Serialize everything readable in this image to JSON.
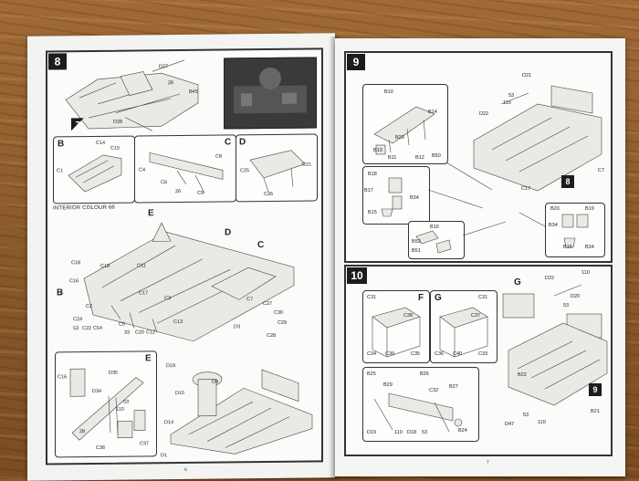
{
  "left_page": {
    "step8": {
      "number": "8",
      "arrow_mark": "7",
      "parts": [
        "D27",
        "26",
        "B45",
        "D28"
      ],
      "panel_b": {
        "letter": "B",
        "parts": [
          "C14",
          "C15",
          "C1",
          "C4"
        ]
      },
      "panel_c": {
        "letter": "C",
        "parts": [
          "C8",
          "C6",
          "26",
          "C9"
        ]
      },
      "panel_d": {
        "letter": "D",
        "parts": [
          "C25",
          "C21",
          "C26"
        ]
      },
      "interior_note": "INTERIOR COLOUR 66",
      "main_letters": [
        "E",
        "D",
        "C",
        "B"
      ],
      "main_parts": [
        "C18",
        "C16",
        "C2",
        "C24",
        "C54",
        "C22",
        "C12",
        "C20",
        "C13",
        "C7",
        "C19",
        "C11",
        "C17",
        "C3",
        "C5",
        "11",
        "53",
        "33",
        "C27",
        "C30",
        "C29",
        "C28",
        "D3"
      ],
      "sub_e": {
        "letter": "E",
        "parts": [
          "C16",
          "D35",
          "D34",
          "28",
          "53",
          "110",
          "C36",
          "C37"
        ]
      },
      "lower_parts": [
        "D19",
        "D15",
        "D14",
        "D1",
        "D8"
      ]
    },
    "page_number": "6"
  },
  "right_page": {
    "step9": {
      "number": "9",
      "parts_top": [
        "B10",
        "B14",
        "B23",
        "B13",
        "B11",
        "B12",
        "B50",
        "D21",
        "D22",
        "53",
        "110",
        "C7",
        "C17"
      ],
      "arrow_mark": "8",
      "group_left": [
        "B18",
        "B17",
        "B34",
        "B15"
      ],
      "group_mid": [
        "B16",
        "B52",
        "B51"
      ],
      "group_right": [
        "B20",
        "B19",
        "B34",
        "B15",
        "B34"
      ]
    },
    "step10": {
      "number": "10",
      "panel_f": {
        "letter": "F",
        "parts": [
          "C31",
          "C38",
          "C34",
          "C39",
          "C35"
        ]
      },
      "panel_g": {
        "letter": "G",
        "parts": [
          "C31",
          "C37",
          "C36",
          "C40",
          "C33"
        ]
      },
      "main_letters": [
        "G",
        "F"
      ],
      "main_parts": [
        "D22",
        "110",
        "D20",
        "53",
        "B22",
        "B21",
        "D47",
        "110",
        "53"
      ],
      "arrow_mark": "9",
      "sub_parts": [
        "B25",
        "B26",
        "C32",
        "B27",
        "B29",
        "D19",
        "110",
        "D18",
        "53",
        "B24"
      ]
    },
    "page_number": "7"
  }
}
